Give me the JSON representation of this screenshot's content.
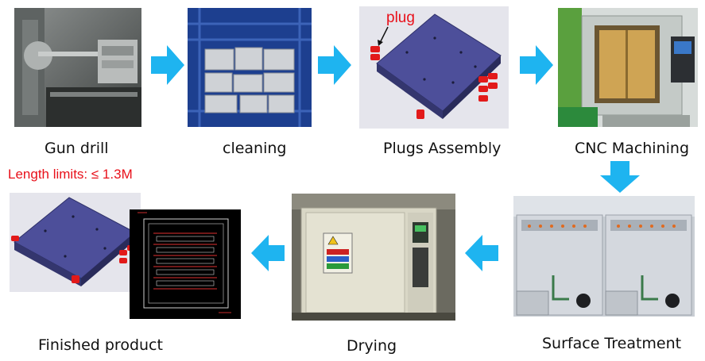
{
  "colors": {
    "arrow": "#1eb4f0",
    "accent_red": "#e8101a",
    "plate_blue": "#4d4f9a"
  },
  "steps": [
    {
      "id": "gun-drill",
      "caption": "Gun drill",
      "image": "gun drilling machine with metal block"
    },
    {
      "id": "cleaning",
      "caption": "cleaning",
      "image": "aluminium plates in blue crate"
    },
    {
      "id": "plugs-assembly",
      "caption": "Plugs Assembly",
      "image": "plate 3D model with red plugs",
      "label": "plug"
    },
    {
      "id": "cnc-machining",
      "caption": "CNC Machining",
      "image": "CNC machining centre"
    },
    {
      "id": "surface-treatment",
      "caption": "Surface Treatment",
      "image": "treatment tanks"
    },
    {
      "id": "drying",
      "caption": "Drying",
      "image": "drying oven"
    },
    {
      "id": "finished-product",
      "caption": "Finished product",
      "image": "finished plate and drawing"
    }
  ],
  "note": "Length limits: ≤ 1.3M",
  "arrows": [
    {
      "direction": "right"
    },
    {
      "direction": "right"
    },
    {
      "direction": "right"
    },
    {
      "direction": "down"
    },
    {
      "direction": "left"
    },
    {
      "direction": "left"
    }
  ]
}
